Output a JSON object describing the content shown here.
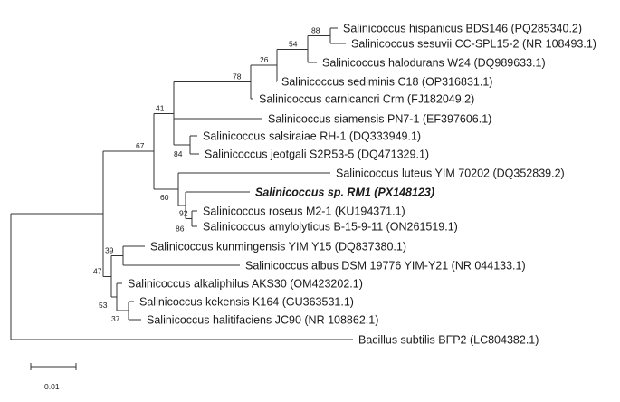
{
  "tree": {
    "taxa": [
      {
        "id": "hispanicus",
        "label": "Salinicoccus hispanicus BDS146 (PQ285340.2)"
      },
      {
        "id": "sesuvii",
        "label": "Salinicoccus sesuvii CC-SPL15-2 (NR 108493.1)"
      },
      {
        "id": "halodurans",
        "label": "Salinicoccus halodurans W24 (DQ989633.1)"
      },
      {
        "id": "sediminis",
        "label": "Salinicoccus sediminis C18 (OP316831.1)"
      },
      {
        "id": "carnicancri",
        "label": "Salinicoccus carnicancri Crm (FJ182049.2)"
      },
      {
        "id": "siamensis",
        "label": "Salinicoccus siamensis PN7-1 (EF397606.1)"
      },
      {
        "id": "salsiraiae",
        "label": "Salinicoccus salsiraiae RH-1 (DQ333949.1)"
      },
      {
        "id": "jeotgali",
        "label": "Salinicoccus jeotgali S2R53-5 (DQ471329.1)"
      },
      {
        "id": "luteus",
        "label": "Salinicoccus luteus YIM 70202 (DQ352839.2)"
      },
      {
        "id": "rm1",
        "label": "Salinicoccus sp. RM1 (PX148123)",
        "highlight": true
      },
      {
        "id": "roseus",
        "label": "Salinicoccus roseus M2-1 (KU194371.1)"
      },
      {
        "id": "amylolyticus",
        "label": "Salinicoccus amylolyticus B-15-9-11 (ON261519.1)"
      },
      {
        "id": "kunmingensis",
        "label": "Salinicoccus kunmingensis YIM Y15 (DQ837380.1)"
      },
      {
        "id": "albus",
        "label": "Salinicoccus albus DSM 19776 YIM-Y21 (NR 044133.1)"
      },
      {
        "id": "alkaliphilus",
        "label": "Salinicoccus alkaliphilus AKS30 (OM423202.1)"
      },
      {
        "id": "kekensis",
        "label": "Salinicoccus kekensis K164 (GU363531.1)"
      },
      {
        "id": "halitifaciens",
        "label": "Salinicoccus halitifaciens JC90 (NR 108862.1)"
      },
      {
        "id": "subtilis",
        "label": "Bacillus subtilis BFP2 (LC804382.1)"
      }
    ],
    "bootstrap": [
      {
        "node": "n_hisp_sesu",
        "value": "88"
      },
      {
        "node": "n_54",
        "value": "54"
      },
      {
        "node": "n_26",
        "value": "26"
      },
      {
        "node": "n_78",
        "value": "78"
      },
      {
        "node": "n_41",
        "value": "41"
      },
      {
        "node": "n_84",
        "value": "84"
      },
      {
        "node": "n_67",
        "value": "67"
      },
      {
        "node": "n_60",
        "value": "60"
      },
      {
        "node": "n_92",
        "value": "92"
      },
      {
        "node": "n_86",
        "value": "86"
      },
      {
        "node": "n_39",
        "value": "39"
      },
      {
        "node": "n_47",
        "value": "47"
      },
      {
        "node": "n_53",
        "value": "53"
      },
      {
        "node": "n_37",
        "value": "37"
      }
    ]
  },
  "scale_bar": {
    "label": "0.01"
  }
}
